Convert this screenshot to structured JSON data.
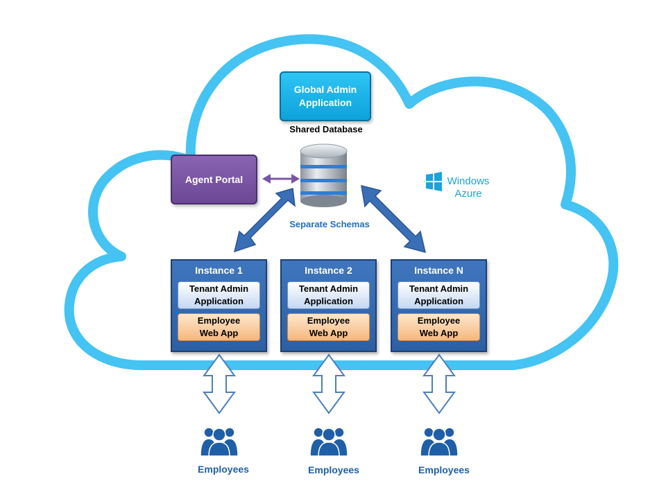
{
  "global_admin": {
    "line1": "Global Admin",
    "line2": "Application"
  },
  "shared_database_label": "Shared Database",
  "separate_schemas_label": "Separate Schemas",
  "agent_portal_label": "Agent Portal",
  "azure": {
    "line1": "Windows",
    "line2": "Azure",
    "icon": "windows-logo-icon"
  },
  "instances": [
    {
      "title": "Instance 1",
      "tenant_line1": "Tenant Admin",
      "tenant_line2": "Application",
      "employee_line1": "Employee",
      "employee_line2": "Web App"
    },
    {
      "title": "Instance 2",
      "tenant_line1": "Tenant Admin",
      "tenant_line2": "Application",
      "employee_line1": "Employee",
      "employee_line2": "Web App"
    },
    {
      "title": "Instance N",
      "tenant_line1": "Tenant Admin",
      "tenant_line2": "Application",
      "employee_line1": "Employee",
      "employee_line2": "Web App"
    }
  ],
  "employees": [
    {
      "label": "Employees",
      "icon": "users-group-icon"
    },
    {
      "label": "Employees",
      "icon": "users-group-icon"
    },
    {
      "label": "Employees",
      "icon": "users-group-icon"
    }
  ],
  "colors": {
    "cloud_outline": "#45c3f2",
    "global_admin": "#15a9e0",
    "agent_portal": "#7a55a6",
    "instance": "#3568b0",
    "schema_arrow": "#3a6fb6",
    "people": "#1f5fa8",
    "azure_text": "#1aa3dd"
  }
}
